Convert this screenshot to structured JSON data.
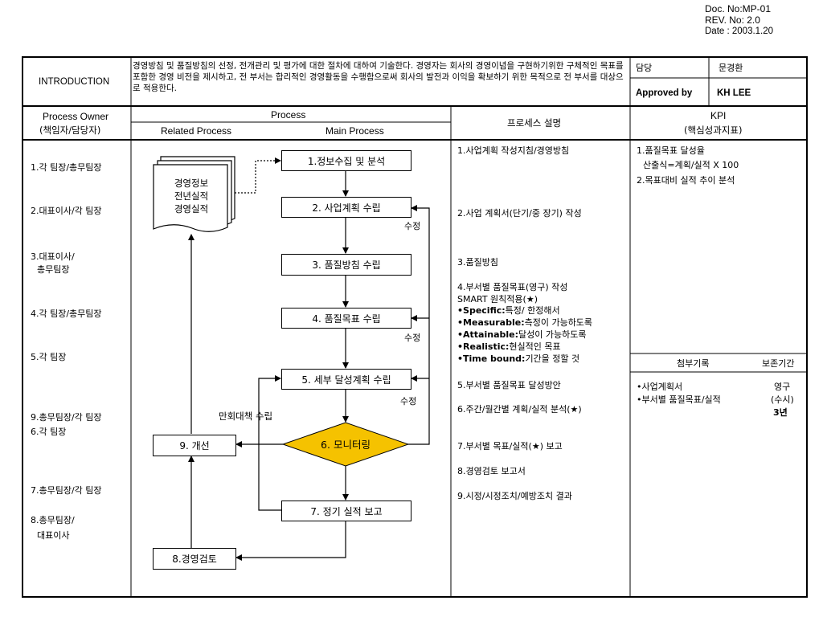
{
  "doc_info": {
    "doc_no": "Doc. No:MP-01",
    "rev_no": "REV. No: 2.0",
    "date": "Date : 2003.1.20"
  },
  "header": {
    "intro_label": "INTRODUCTION",
    "intro_text": "경영방침 및 품질방침의 선정, 전개관리 및 평가에 대한 절차에 대하여 기술한다. 경영자는 회사의 경영이념을 구현하기위한 구체적인 목표를 포함한 경영 비전을 제시하고, 전 부서는 합리적인 경영활동을 수행함으로써 회사의 발전과 이익을 확보하기 위한 목적으로 전 부서를 대상으로 적용한다.",
    "owner_label": "담당",
    "owner_value": "문경환",
    "approved_label": "Approved by",
    "approved_value": "KH LEE"
  },
  "columns": {
    "owner_title": "Process Owner",
    "owner_sub": "(책임자/담당자)",
    "process_title": "Process",
    "related": "Related Process",
    "main": "Main Process",
    "desc": "프로세스 설명",
    "kpi_title": "KPI",
    "kpi_sub": "(핵심성과지표)"
  },
  "owners": [
    "1.각 팀장/총무팀장",
    "2.대표이사/각 팀장",
    "3.대표이사/",
    "총무팀장",
    "4.각 팀장/총무팀장",
    "5.각 팀장",
    "9.총무팀장/각 팀장",
    "6.각 팀장",
    "7.총무팀장/각 팀장",
    "8.총무팀장/",
    "대표이사"
  ],
  "flow": {
    "doc_lines": [
      "경영정보",
      "전년실적",
      "경영실적"
    ],
    "step1": "1.정보수집 및 분석",
    "step2": "2. 사업계획 수립",
    "step3": "3. 품질방침 수립",
    "step4": "4. 품질목표 수립",
    "step5": "5. 세부 달성계획 수립",
    "step6": "6. 모니터링",
    "step7": "7. 정기 실적 보고",
    "step8": "8.경영검토",
    "step9": "9. 개선",
    "revise1": "수정",
    "revise2": "수정",
    "revise3": "수정",
    "recovery": "만회대책 수립",
    "diamond_color": "#f5c200"
  },
  "descriptions": {
    "d1": "1.사업계획 작성지침/경영방침",
    "d2": "2.사업 계획서(단기/중 장기) 작성",
    "d3": "3.품질방침",
    "d4a": "4.부서별 품질목표(영구) 작성",
    "d4b": "SMART 원칙적용(★)",
    "smart": [
      {
        "key": "•Specific:",
        "val": "특정/ 한정해서"
      },
      {
        "key": "•Measurable:",
        "val": "측정이 가능하도록"
      },
      {
        "key": "•Attainable:",
        "val": "달성이 가능하도록"
      },
      {
        "key": "•Realistic:",
        "val": "현실적인 목표"
      },
      {
        "key": "•Time bound:",
        "val": "기간을 정할 것"
      }
    ],
    "d5": "5.부서별 품질목표 달성방안",
    "d6": "6.주간/월간별 계획/실적 분석(★)",
    "d7": "7.부서별 목표/실적(★) 보고",
    "d8": "8.경영검토 보고서",
    "d9": "9.시정/시정조치/예방조치 결과"
  },
  "kpi": {
    "k1": "1.품질목표 달성율",
    "k1b": "산출식=계획/실적 X 100",
    "k2": "2.목표대비 실적 추이 분석"
  },
  "attachments": {
    "title": "첨부기록",
    "period_title": "보존기간",
    "items": [
      {
        "name": "•사업계획서",
        "period": "영구"
      },
      {
        "name": "•부서별 품질목표/실적",
        "period": "(수시)"
      }
    ],
    "extra_period": "3년"
  }
}
